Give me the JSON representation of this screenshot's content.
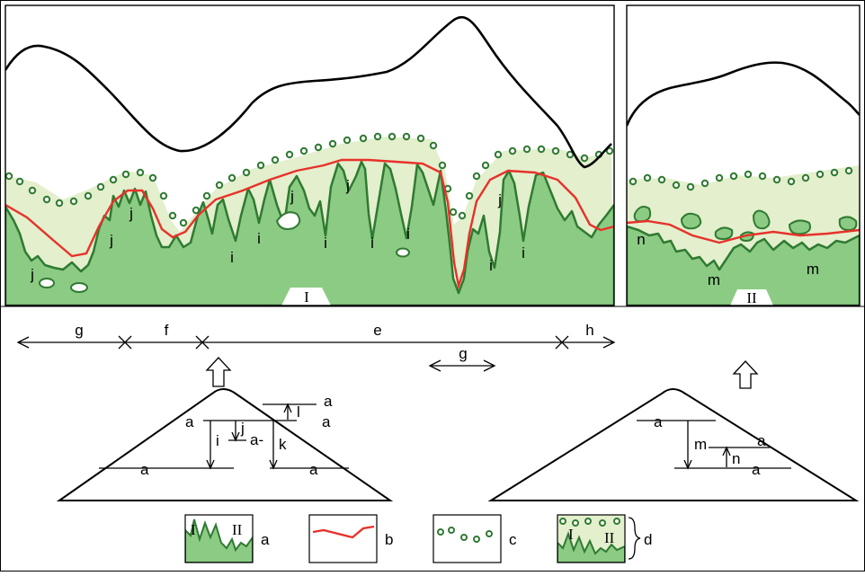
{
  "panels": {
    "left": {
      "roman": "I",
      "labels": [
        "j",
        "j",
        "j",
        "j",
        "j",
        "j",
        "i",
        "i",
        "i",
        "i",
        "i",
        "i",
        "i"
      ]
    },
    "right": {
      "roman": "II",
      "labels": [
        "n",
        "m",
        "m"
      ]
    }
  },
  "zones": {
    "g_left": "g",
    "f": "f",
    "e": "e",
    "g_mid": "g",
    "h": "h"
  },
  "triangle_left": {
    "labels": {
      "a_top": "a",
      "a_upper_right": "a",
      "a_left": "a",
      "a_inner": "a-",
      "a_bottom_left": "a",
      "a_bottom_right": "a",
      "l": "l",
      "j": "j",
      "i": "i",
      "k": "k"
    }
  },
  "triangle_right": {
    "labels": {
      "a_top": "a",
      "a_mid": "a",
      "a_bottom": "a",
      "m": "m",
      "n": "n"
    }
  },
  "legend": [
    {
      "key": "a",
      "roman_1": "I",
      "roman_2": "II"
    },
    {
      "key": "b"
    },
    {
      "key": "c"
    },
    {
      "key": "d",
      "roman_1": "I",
      "roman_2": "II"
    }
  ],
  "colors": {
    "dark_green": "#2f7a32",
    "mid_green": "#8ccb84",
    "pale_green": "#e3efcd",
    "red_line": "#e8312a",
    "outline": "#000000"
  }
}
